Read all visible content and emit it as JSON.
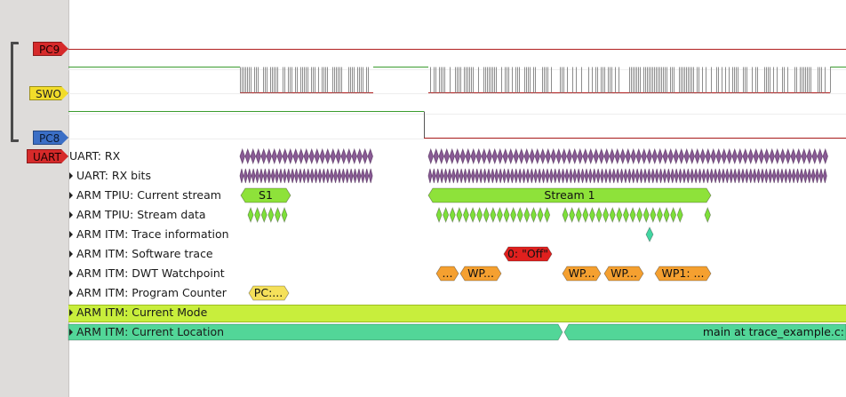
{
  "channels": {
    "pc9": "PC9",
    "swo": "SWO",
    "pc8": "PC8",
    "uart": "UART"
  },
  "rows": [
    {
      "key": "uart_rx",
      "label": "UART: RX",
      "expandable": false
    },
    {
      "key": "uart_rx_bits",
      "label": "UART: RX bits",
      "expandable": true
    },
    {
      "key": "tpiu_stream",
      "label": "ARM TPIU: Current stream",
      "expandable": true
    },
    {
      "key": "tpiu_data",
      "label": "ARM TPIU: Stream data",
      "expandable": true
    },
    {
      "key": "itm_trace_info",
      "label": "ARM ITM: Trace information",
      "expandable": true
    },
    {
      "key": "itm_sw_trace",
      "label": "ARM ITM: Software trace",
      "expandable": true
    },
    {
      "key": "itm_dwt",
      "label": "ARM ITM: DWT Watchpoint",
      "expandable": true
    },
    {
      "key": "itm_pc",
      "label": "ARM ITM: Program Counter",
      "expandable": true
    },
    {
      "key": "itm_mode",
      "label": "ARM ITM: Current Mode",
      "expandable": true
    },
    {
      "key": "itm_location",
      "label": "ARM ITM: Current Location",
      "expandable": true
    }
  ],
  "annotations": {
    "stream_s1": "S1",
    "stream_1": "Stream 1",
    "sw_trace": "0: \"Off\"",
    "dwt_1": "...",
    "dwt_2": "WP...",
    "dwt_3": "WP...",
    "dwt_4": "WP...",
    "dwt_5": "WP1: ...",
    "pc_1": "PC:...",
    "location_main": "main at trace_example.c:"
  },
  "colors": {
    "signal_high": "#3b9c2e",
    "signal_low": "#b02020",
    "uart_rx": "#8a5c96",
    "stream": "#8ee23a",
    "stream_data": "#7ee03a",
    "trace_info": "#42d6a2",
    "sw_trace": "#e0201e",
    "dwt": "#f5a030",
    "pc": "#f5e05a",
    "mode": "#c8ee3c",
    "location": "#52d698"
  }
}
